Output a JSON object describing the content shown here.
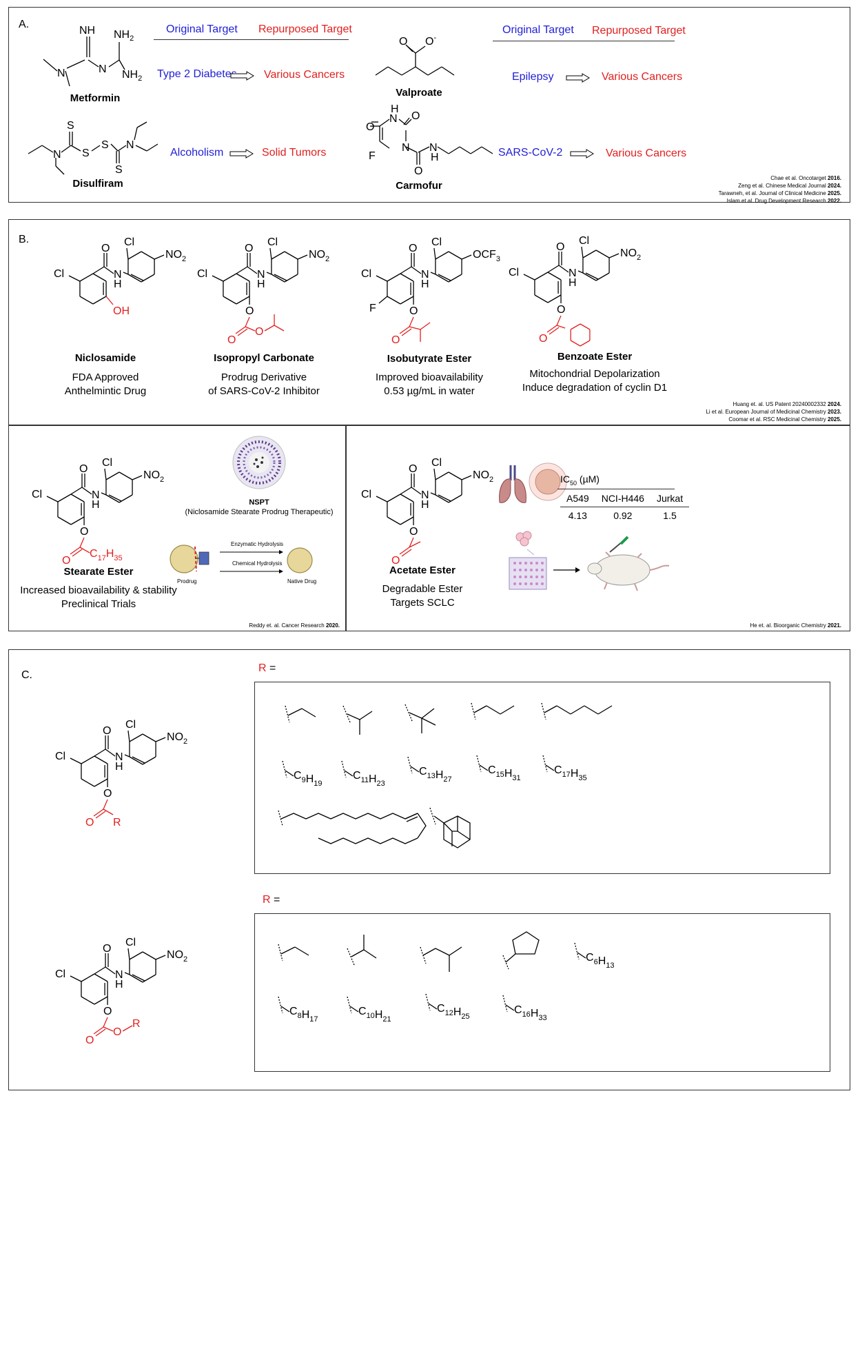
{
  "panelA": {
    "label": "A.",
    "left_header": {
      "original": "Original Target",
      "repurposed": "Repurposed Target"
    },
    "right_header": {
      "original": "Original Target",
      "repurposed": "Repurposed Target"
    },
    "drugs": [
      {
        "name": "Metformin",
        "original": "Type 2 Diabetes",
        "repurposed": "Various Cancers"
      },
      {
        "name": "Disulfiram",
        "original": "Alcoholism",
        "repurposed": "Solid Tumors"
      },
      {
        "name": "Valproate",
        "original": "Epilepsy",
        "repurposed": "Various Cancers"
      },
      {
        "name": "Carmofur",
        "original": "SARS-CoV-2",
        "repurposed": "Various Cancers"
      }
    ],
    "refs": [
      {
        "text": "Chae et al. Oncotarget ",
        "year": "2016."
      },
      {
        "text": "Zeng et al. Chinese Medical Journal ",
        "year": "2024."
      },
      {
        "text": "Tarawneh, et al. Journal of Clinical Medicine ",
        "year": "2025."
      },
      {
        "text": "Islam et al. Drug Development Research ",
        "year": "2022."
      }
    ]
  },
  "panelB": {
    "label": "B.",
    "compounds": [
      {
        "name": "Niclosamide",
        "desc1": "FDA Approved",
        "desc2": "Anthelmintic Drug"
      },
      {
        "name": "Isopropyl Carbonate",
        "desc1": "Prodrug Derivative",
        "desc2": "of SARS-CoV-2 Inhibitor"
      },
      {
        "name": "Isobutyrate Ester",
        "desc1": "Improved bioavailability",
        "desc2": "0.53 µg/mL in water"
      },
      {
        "name": "Benzoate Ester",
        "desc1": "Mitochondrial Depolarization",
        "desc2": "Induce degradation of cyclin D1"
      }
    ],
    "refs_top": [
      {
        "text": "Huang et. al. US Patent 20240002332 ",
        "year": "2024."
      },
      {
        "text": "Li et al. European Journal of Medicinal Chemistry ",
        "year": "2023."
      },
      {
        "text": "Coomar et al. RSC Medicinal Chemistry ",
        "year": "2025."
      }
    ],
    "stearate": {
      "name": "Stearate Ester",
      "desc1": "Increased bioavailability & stability",
      "desc2": "Preclinical Trials",
      "nspt_title": "NSPT",
      "nspt_sub": "(Niclosamide Stearate Prodrug Therapeutic)",
      "enzymatic": "Enzymatic Hydrolysis",
      "chemical": "Chemical Hydrolysis",
      "prodrug": "Prodrug",
      "native": "Native Drug",
      "ref": "Reddy et. al. Cancer Research ",
      "ref_year": "2020."
    },
    "acetate": {
      "name": "Acetate Ester",
      "desc1": "Degradable Ester",
      "desc2": "Targets SCLC",
      "ic50_title": "IC50 (µM)",
      "cols": [
        "A549",
        "NCI-H446",
        "Jurkat"
      ],
      "vals": [
        "4.13",
        "0.92",
        "1.5"
      ],
      "ref": "He et. al. Bioorganic Chemistry ",
      "ref_year": "2021."
    }
  },
  "panelC": {
    "label": "C.",
    "r_label": "R",
    "r_eq": "=",
    "ester_chains": [
      "C9H19",
      "C11H23",
      "C13H27",
      "C15H31",
      "C17H35"
    ],
    "carbonate_chains": [
      "C6H13",
      "C8H17",
      "C10H21",
      "C12H25",
      "C16H33"
    ]
  },
  "atoms": {
    "cl": "Cl",
    "no2": "NO2",
    "ocf3": "OCF3",
    "f": "F",
    "o": "O",
    "n": "N",
    "h": "H",
    "r": "R",
    "s": "S",
    "nh": "NH",
    "nh2": "NH2"
  }
}
